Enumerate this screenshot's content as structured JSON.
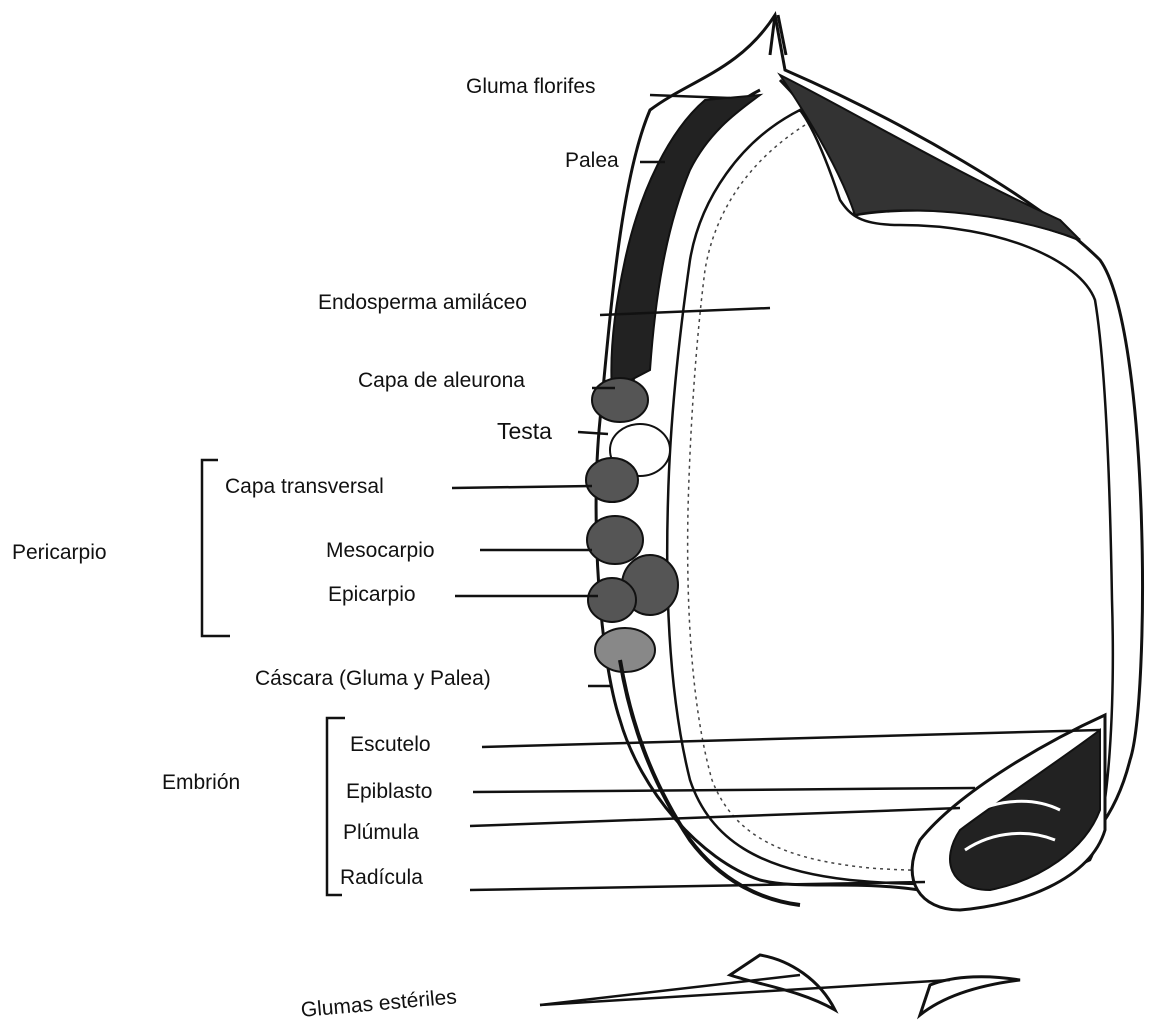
{
  "labels": {
    "gluma_florifera": "Gluma florifes",
    "palea": "Palea",
    "endosperma": "Endosperma amiláceo",
    "aleurona": "Capa de aleurona",
    "testa": "Testa",
    "capa_transversal": "Capa transversal",
    "mesocarpio": "Mesocarpio",
    "epicarpio": "Epicarpio",
    "cascara": "Cáscara (Gluma y Palea)",
    "escutelo": "Escutelo",
    "epiblasto": "Epiblasto",
    "plumula": "Plúmula",
    "radicula": "Radícula",
    "glumas_esteriles": "Glumas estériles"
  },
  "groups": {
    "pericarpio": "Pericarpio",
    "embrion": "Embrión"
  },
  "colors": {
    "ink": "#111111",
    "paper": "#ffffff"
  }
}
